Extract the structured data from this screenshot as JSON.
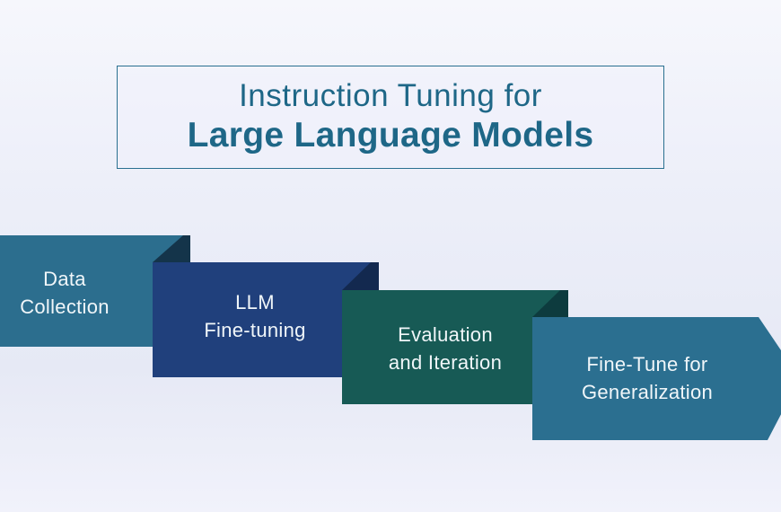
{
  "title": {
    "line1": "Instruction Tuning for",
    "line2": "Large Language Models",
    "text_color": "#1e6787",
    "border_color": "#2a7090"
  },
  "background": {
    "top": "#f6f7fc",
    "middle": "#e6e9f5",
    "bottom": "#f1f2fb"
  },
  "label_text_color": "#f0f6f9",
  "steps": [
    {
      "name": "data-collection",
      "lines": [
        "Data",
        "Collection"
      ],
      "color": "#2c6e8e",
      "fold_color": "#14344a"
    },
    {
      "name": "llm-fine-tuning",
      "lines": [
        "LLM",
        "Fine-tuning"
      ],
      "color": "#20407c",
      "fold_color": "#13294f"
    },
    {
      "name": "evaluation-and-iteration",
      "lines": [
        "Evaluation",
        "and Iteration"
      ],
      "color": "#175a55",
      "fold_color": "#0d3b3e"
    },
    {
      "name": "fine-tune-for-generalization",
      "lines": [
        "Fine-Tune for",
        "Generalization"
      ],
      "color": "#2b6f90"
    }
  ]
}
